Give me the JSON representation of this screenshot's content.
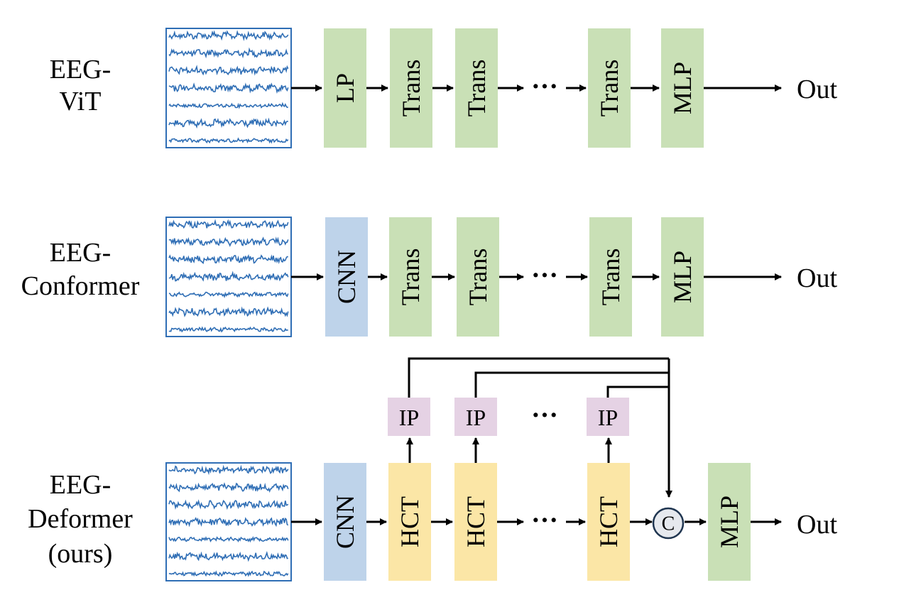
{
  "rows": {
    "vit": {
      "label_line1": "EEG-",
      "label_line2": "ViT",
      "blocks": [
        "LP",
        "Trans",
        "Trans",
        "Trans",
        "MLP"
      ],
      "output": "Out"
    },
    "conformer": {
      "label_line1": "EEG-",
      "label_line2": "Conformer",
      "blocks": [
        "CNN",
        "Trans",
        "Trans",
        "Trans",
        "MLP"
      ],
      "output": "Out"
    },
    "deformer": {
      "label_line1": "EEG-",
      "label_line2": "Deformer",
      "label_line3": "(ours)",
      "blocks": [
        "CNN",
        "HCT",
        "HCT",
        "HCT",
        "MLP"
      ],
      "ip_blocks": [
        "IP",
        "IP",
        "IP"
      ],
      "concat": "C",
      "output": "Out"
    }
  },
  "ellipsis": "···",
  "colors": {
    "green": "#c9e0b6",
    "blue": "#bed3ea",
    "yellow": "#fbe6a6",
    "purple": "#e5d2e4",
    "eeg_line": "#2f6eb5",
    "concat_fill": "#e6e9ee",
    "concat_stroke": "#1f3550"
  },
  "icons": [
    "eeg-signal-icon",
    "arrow-icon",
    "concat-icon"
  ]
}
